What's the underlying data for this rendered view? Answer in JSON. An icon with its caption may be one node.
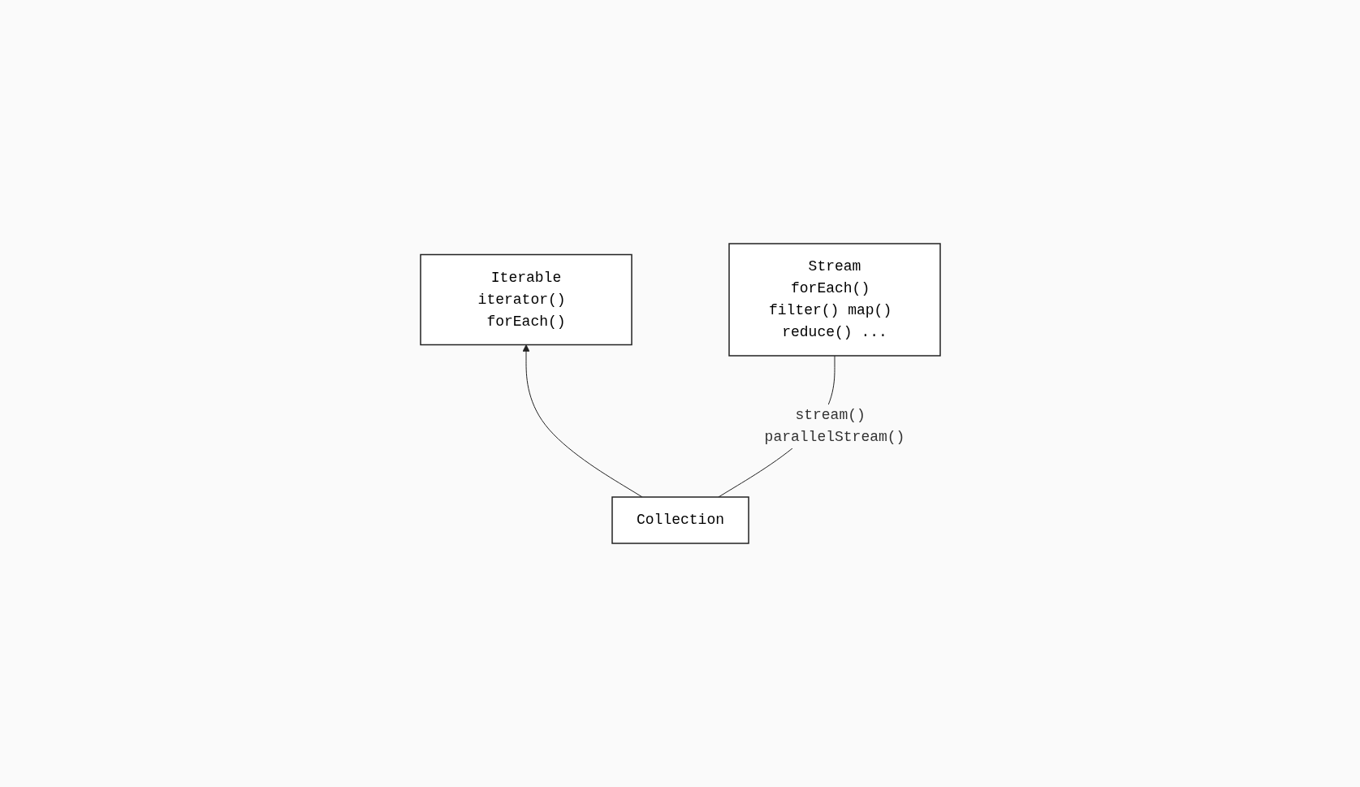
{
  "diagram": {
    "nodes": [
      {
        "text": [
          "Iterable",
          "iterator() forEach()"
        ]
      },
      {
        "text": [
          "Collection"
        ]
      },
      {
        "text": [
          "Stream",
          "forEach() filter() map() reduce() ..."
        ]
      }
    ],
    "edges": [
      {
        "from": 1,
        "to": 0,
        "arrow": "to"
      },
      {
        "from": 1,
        "to": 2,
        "arrow": "none",
        "label": "stream() parallelStream()"
      }
    ]
  }
}
